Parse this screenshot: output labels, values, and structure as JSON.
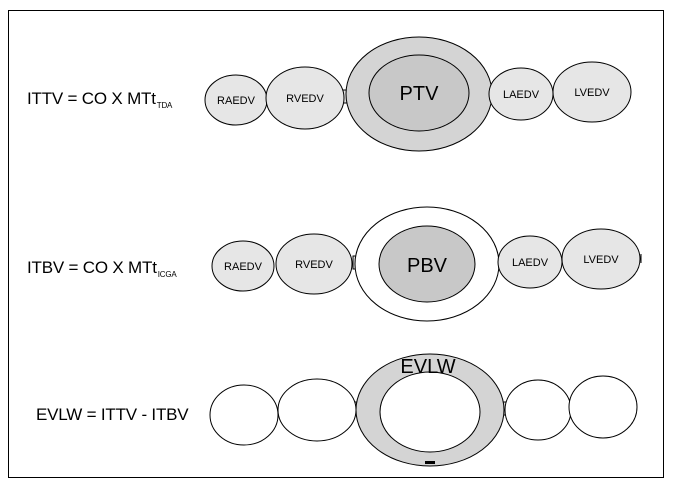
{
  "row_itv": {
    "equation_main": "ITTV = CO X MTt",
    "equation_sub": "TDA",
    "chambers": [
      "RAEDV",
      "RVEDV",
      "LAEDV",
      "LVEDV"
    ],
    "center_label": "PTV"
  },
  "row_itbv": {
    "equation_main": "ITBV = CO X MTt",
    "equation_sub": "ICGA",
    "chambers": [
      "RAEDV",
      "RVEDV",
      "LAEDV",
      "LVEDV"
    ],
    "center_label": "PBV"
  },
  "row_evlw": {
    "equation_main": "EVLW = ITTV - ITBV",
    "ring_label": "EVLW"
  },
  "colors": {
    "chamber_fill": "#e6e6e6",
    "center_fill": "#c8c8c8",
    "ring_fill": "#d4d4d4",
    "stroke": "#000000",
    "white": "#ffffff"
  }
}
